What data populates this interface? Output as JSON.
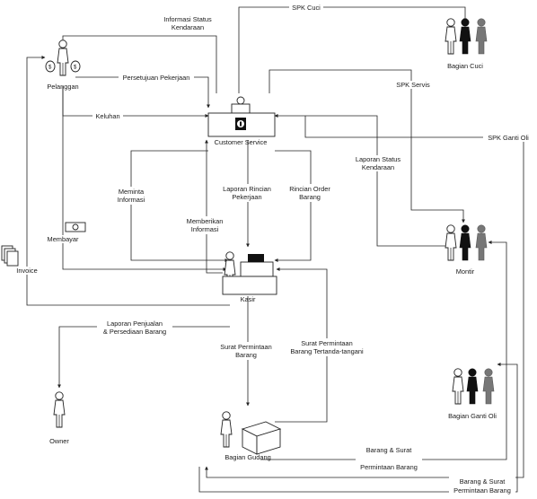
{
  "actors": {
    "pelanggan": "Pelanggan",
    "bagian_cuci": "Bagian Cuci",
    "customer_service": "Customer Service",
    "kasir": "Kasir",
    "montir": "Montir",
    "owner": "Owner",
    "bagian_ganti_oli": "Bagian Ganti Oli",
    "bagian_gudang": "Bagian Gudang"
  },
  "flows": {
    "spk_cuci": "SPK Cuci",
    "info_status_1": "Informasi Status",
    "info_status_2": "Kendaraan",
    "persetujuan": "Persetujuan Pekerjaan",
    "spk_servis": "SPK Servis",
    "keluhan": "Keluhan",
    "spk_ganti_oli": "SPK Ganti Oli",
    "laporan_status_1": "Laporan Status",
    "laporan_status_2": "Kendaraan",
    "meminta_1": "Meminta",
    "meminta_2": "Informasi",
    "laporan_rincian_1": "Laporan Rincian",
    "laporan_rincian_2": "Pekerjaan",
    "rincian_order_1": "Rincian Order",
    "rincian_order_2": "Barang",
    "memberikan_1": "Memberikan",
    "memberikan_2": "Informasi",
    "membayar": "Membayar",
    "invoice": "Invoice",
    "laporan_penjualan_1": "Laporan Penjualan",
    "laporan_penjualan_2": "& Persediaan Barang",
    "surat_permintaan_1": "Surat Permintaan",
    "surat_permintaan_2": "Barang",
    "surat_ttd_1": "Surat Permintaan",
    "surat_ttd_2": "Barang Tertanda-tangani",
    "barang_surat_a1": "Barang & Surat",
    "barang_surat_a2": "Permintaan Barang",
    "barang_surat_b1": "Barang & Surat",
    "barang_surat_b2": "Permintaan Barang"
  },
  "icons": {
    "person": "person-icon",
    "group": "group-of-people-icon",
    "money": "money-bag-icon",
    "cash": "cash-note-icon",
    "documents": "document-stack-icon",
    "box": "box-icon",
    "desk": "desk-icon",
    "register": "cash-register-icon"
  }
}
